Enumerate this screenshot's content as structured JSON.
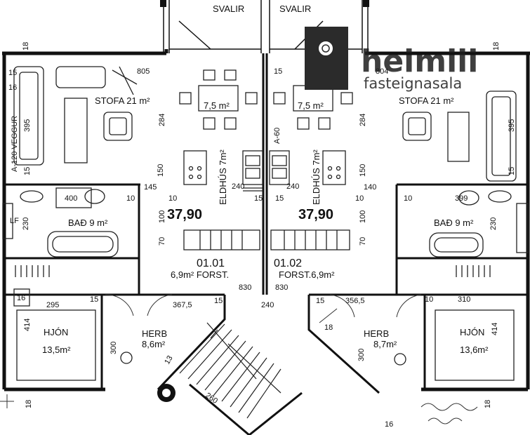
{
  "plan": {
    "balconies": [
      "SVALIR",
      "SVALIR"
    ],
    "left_unit": {
      "area": "37,90",
      "unit_no": "01.01",
      "living": "STOFA 21 m²",
      "dining": "7,5 m²",
      "kitchen": "ELDHÚS 7m²",
      "bath": "BAÐ 9 m²",
      "bedroom_name": "HJÓN",
      "bedroom_area": "13,5m²",
      "room_name": "HERB",
      "room_area": "8,6m²",
      "hall": "6,9m² FORST.",
      "wall_note": "A-120 VEGGUR",
      "laundry": "LF"
    },
    "right_unit": {
      "area": "37,90",
      "unit_no": "01.02",
      "living": "STOFA 21 m²",
      "dining": "7,5 m²",
      "kitchen": "ELDHÚS 7m²",
      "bath": "BAÐ 9 m²",
      "bedroom_name": "HJÓN",
      "bedroom_area": "13,6m²",
      "room_name": "HERB",
      "room_area": "8,7m²",
      "hall": "FORST.6,9m²",
      "wall_note": "A-60"
    },
    "dims": {
      "d805": "805",
      "d15": "15",
      "d284": "284",
      "d395": "395",
      "d150": "150",
      "d240": "240",
      "d145": "145",
      "d400": "400",
      "d10": "10",
      "d230": "230",
      "d100": "100",
      "d70": "70",
      "d830": "830",
      "d295": "295",
      "d414": "414",
      "d3675": "367,5",
      "d300": "300",
      "d260": "260",
      "d16": "16",
      "d18": "18",
      "d3565": "356,5",
      "d310": "310",
      "d140": "140",
      "d399": "399",
      "d804": "804",
      "d13": "13"
    }
  },
  "logo": {
    "name": "heimili",
    "tagline": "fasteignasala",
    "bg_color": "#2b2b2b"
  }
}
